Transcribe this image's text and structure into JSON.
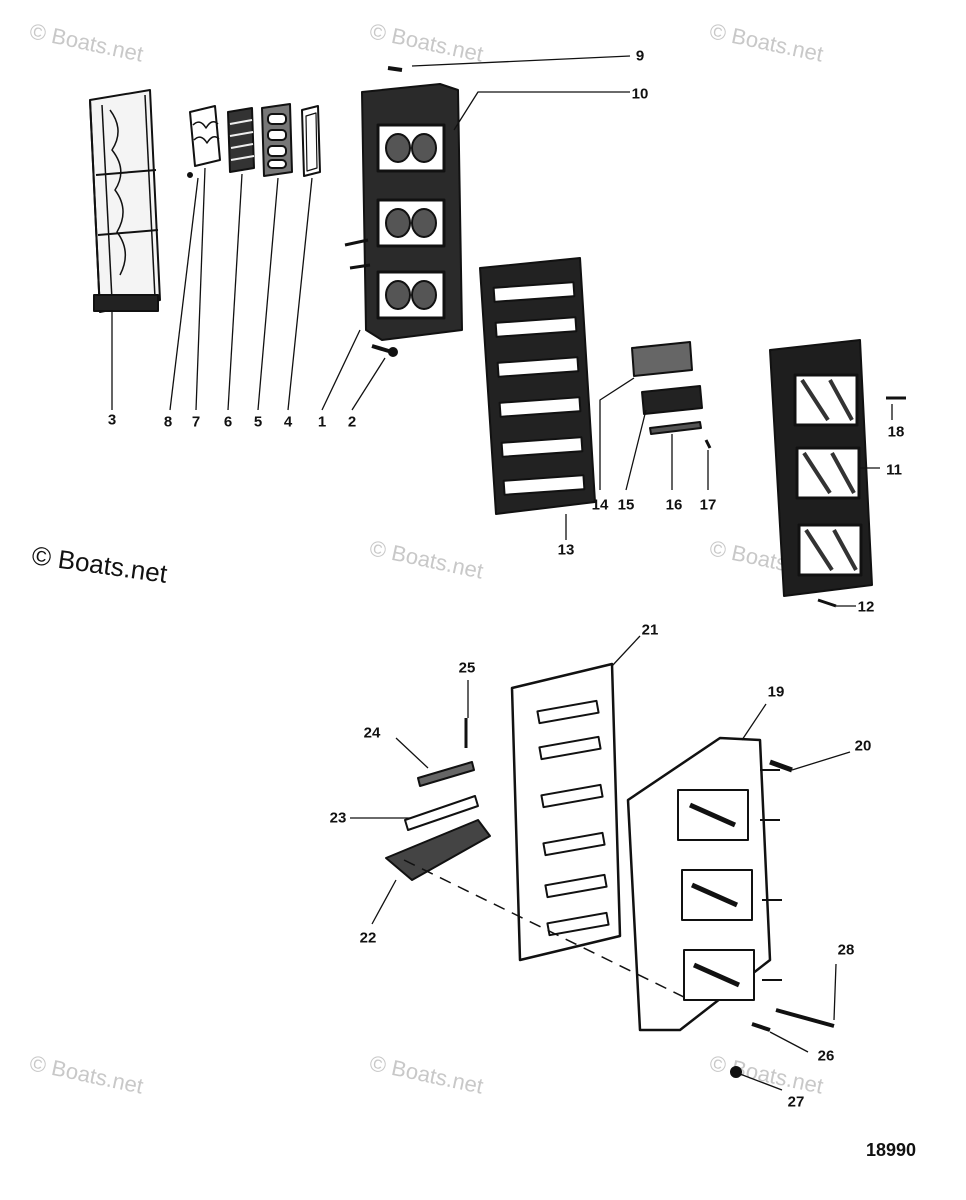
{
  "watermark": "© Boats.net",
  "figure_number": "18990",
  "callouts": {
    "c1": "1",
    "c2": "2",
    "c3": "3",
    "c4": "4",
    "c5": "5",
    "c6": "6",
    "c7": "7",
    "c8": "8",
    "c9": "9",
    "c10": "10",
    "c11": "11",
    "c12": "12",
    "c13": "13",
    "c14": "14",
    "c15": "15",
    "c16": "16",
    "c17": "17",
    "c18": "18",
    "c19": "19",
    "c20": "20",
    "c21": "21",
    "c22": "22",
    "c23": "23",
    "c24": "24",
    "c25": "25",
    "c26": "26",
    "c27": "27",
    "c28": "28"
  },
  "colors": {
    "ink": "#111111",
    "watermark": "#c8c8c8"
  }
}
